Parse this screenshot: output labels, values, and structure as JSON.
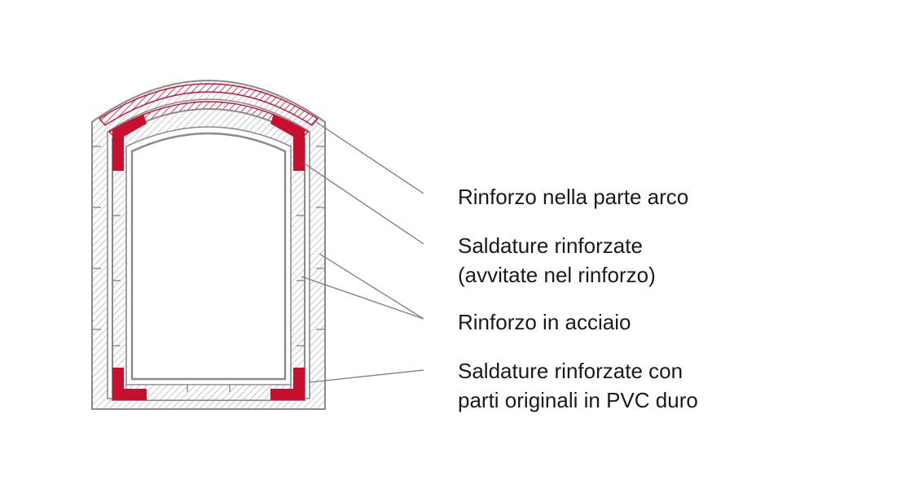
{
  "diagram": {
    "colors": {
      "reinforcement": "#c8102e",
      "outline": "#8a8a8a",
      "hatch": "#9a9a9a",
      "leader": "#7a7a7a"
    },
    "labels": {
      "arch_reinforcement": [
        "Rinforzo nella parte arco"
      ],
      "reinforced_welds": [
        "Saldature rinforzate",
        "(avvitate nel rinforzo)"
      ],
      "steel_reinforcement": [
        "Rinforzo in acciaio"
      ],
      "welds_pvc": [
        "Saldature rinforzate con",
        "parti originali in PVC duro"
      ]
    }
  }
}
